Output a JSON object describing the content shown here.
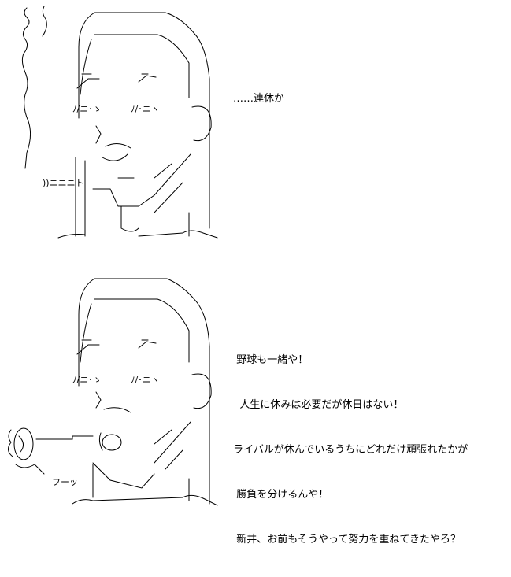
{
  "panels": [
    {
      "caption_lines": [
        "……連休か"
      ],
      "art_labels": {
        "cigarette": "))ニニニト",
        "eyes_left": "ﾉ/ニ･ゝ",
        "eyes_right": "ﾉ/･ニヽ"
      }
    },
    {
      "caption_lines": [
        "  野球も一緒や！",
        "   人生に休みは必要だが休日はない！",
        " ライバルが休んでいるうちにどれだけ頑張れたかが",
        "  勝負を分けるんや！",
        "  新井、お前もそうやって努力を重ねてきたやろ？"
      ],
      "art_labels": {
        "eyes_left": "ﾉ/ニ･ゝ",
        "eyes_right": "ﾉ/･ニヽ",
        "smoke_sound": "フーッ"
      }
    }
  ]
}
